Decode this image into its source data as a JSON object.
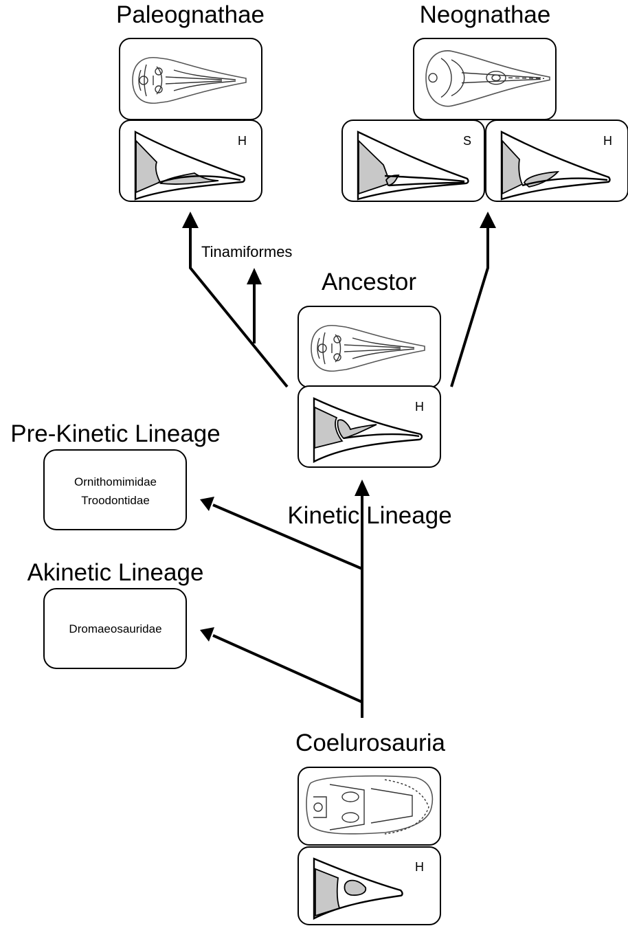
{
  "taxa": {
    "paleognathae": "Paleognathae",
    "neognathae": "Neognathae",
    "ancestor": "Ancestor",
    "coelurosauria": "Coelurosauria",
    "tinamiformes": "Tinamiformes"
  },
  "lineages": {
    "pre_kinetic": "Pre-Kinetic Lineage",
    "akinetic": "Akinetic Lineage",
    "kinetic": "Kinetic Lineage"
  },
  "groups": {
    "ornithomimidae": "Ornithomimidae",
    "troodontidae": "Troodontidae",
    "dromaeosauridae": "Dromaeosauridae"
  },
  "markers": {
    "paleognathae": "H",
    "neognathae_left": "S",
    "neognathae_right": "H",
    "ancestor": "H",
    "coelurosauria": "H"
  }
}
